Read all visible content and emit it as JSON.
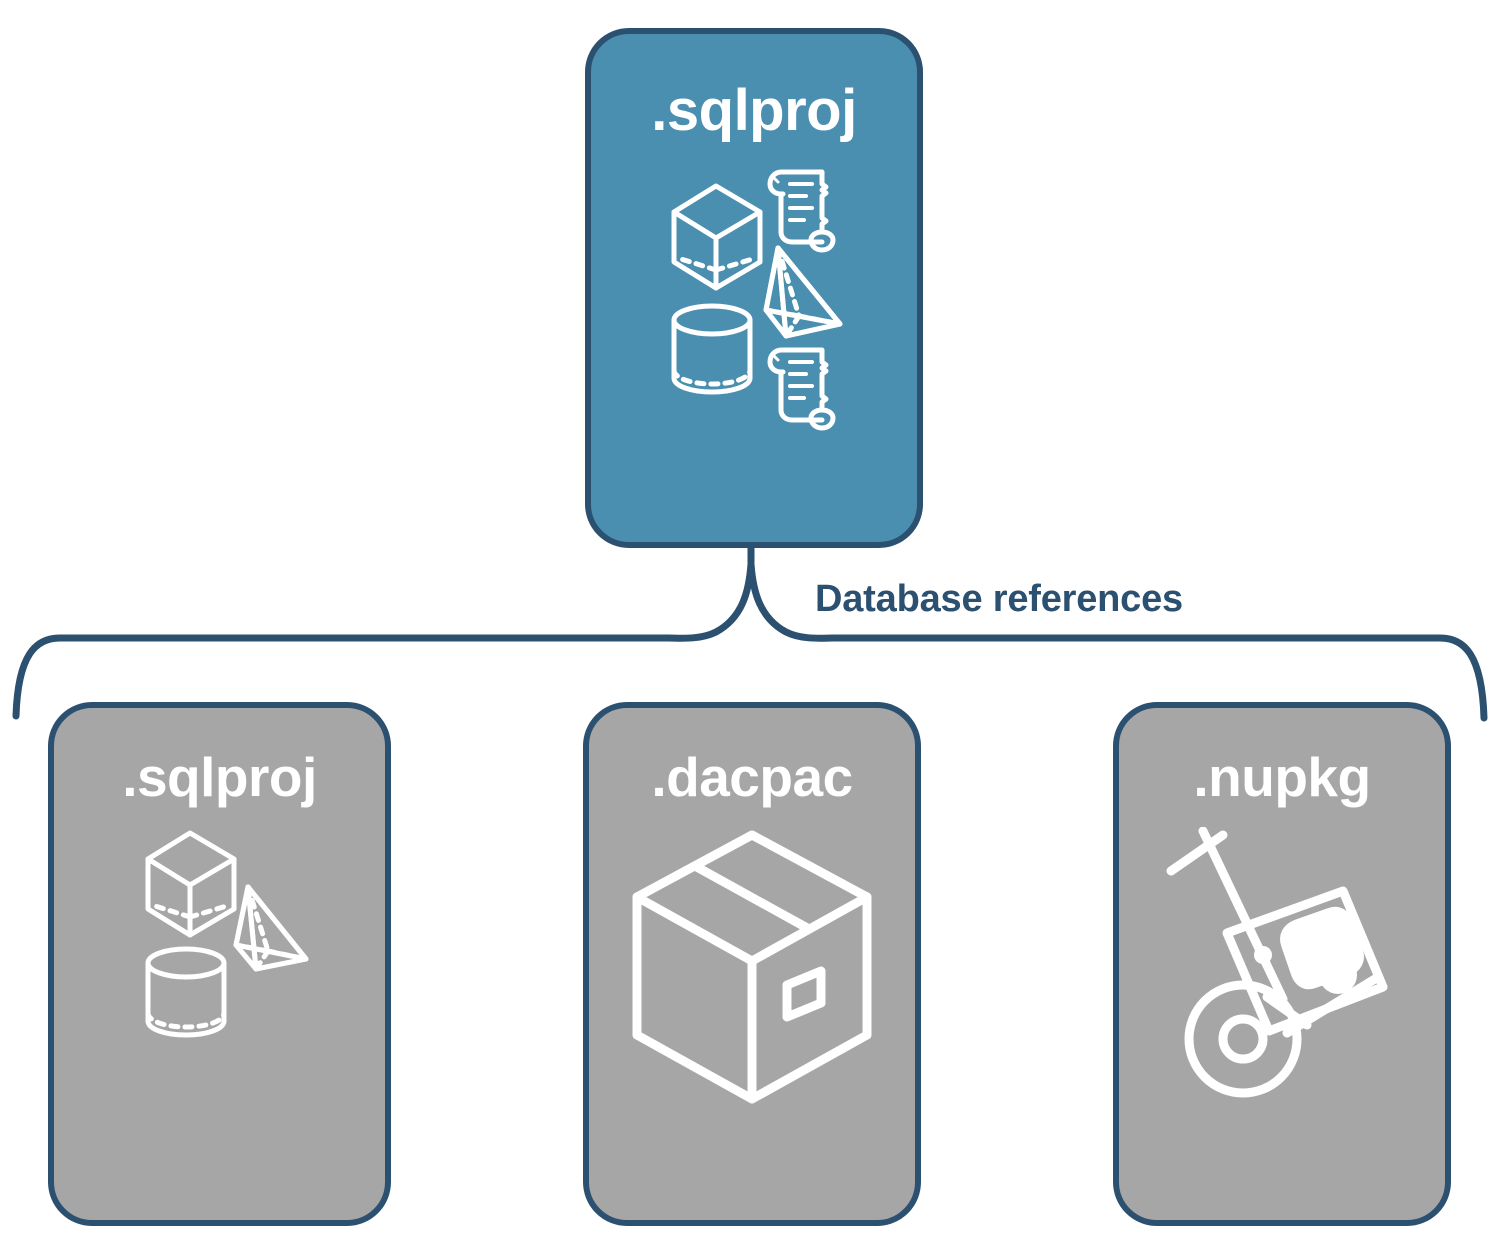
{
  "diagram": {
    "title_text": "Database references",
    "colors": {
      "primary_fill": "#4A8FB0",
      "secondary_fill": "#A6A6A6",
      "stroke": "#2B5070",
      "icon": "#FFFFFF",
      "background": "#FFFFFF"
    }
  },
  "root": {
    "label": ".sqlproj",
    "icon_name": "database-objects-icon",
    "icon_parts": [
      "cube",
      "scroll",
      "pyramid",
      "cylinder",
      "scroll"
    ]
  },
  "edge": {
    "label": "Database references",
    "connector_name": "curly-brace-connector"
  },
  "references": [
    {
      "label": ".sqlproj",
      "icon_name": "database-objects-icon",
      "icon_parts": [
        "cube",
        "pyramid",
        "cylinder"
      ]
    },
    {
      "label": ".dacpac",
      "icon_name": "package-box-icon",
      "icon_parts": [
        "shipping-box"
      ]
    },
    {
      "label": ".nupkg",
      "icon_name": "hand-truck-package-icon",
      "icon_parts": [
        "hand-truck",
        "nuget-package"
      ]
    }
  ]
}
